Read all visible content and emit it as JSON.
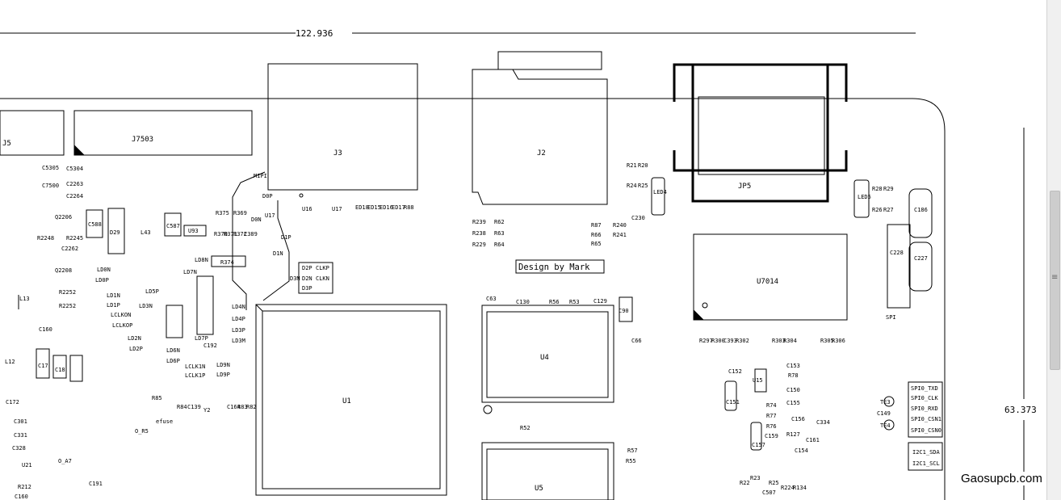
{
  "dimension": {
    "width_label": "122.936",
    "height_label": "63.373"
  },
  "design_note": "Design by Mark",
  "watermark": "Gaosupcb.com",
  "big_parts": {
    "J5": "J5",
    "J7503": "J7503",
    "J3": "J3",
    "J2": "J2",
    "JP5": "JP5",
    "U7014": "U7014",
    "U1": "U1",
    "U4": "U4",
    "U5": "U5"
  },
  "labels": [
    "C5305",
    "C5304",
    "C2263",
    "C2264",
    "C7500",
    "Q2206",
    "Q2208",
    "C588",
    "D29",
    "L43",
    "C587",
    "U93",
    "R2248",
    "R2245",
    "C2262",
    "R2252",
    "R2252",
    "L13",
    "C160",
    "L12",
    "C17",
    "C18",
    "C172",
    "C301",
    "C331",
    "C328",
    "U21",
    "R212",
    "C160",
    "C191",
    "LD0N",
    "LD0P",
    "LD1N",
    "LD1P",
    "LCLKON",
    "LCLKOP",
    "LD5P",
    "LD3N",
    "LD2N",
    "LD2P",
    "LD6N",
    "LD6P",
    "LCLK1N",
    "LCLK1P",
    "LD7N",
    "LD7P",
    "C192",
    "LD8N",
    "LD9N",
    "LD9P",
    "R374",
    "R375",
    "R369",
    "R372",
    "R371",
    "R370",
    "C389",
    "R85",
    "R84",
    "C139",
    "Y2",
    "C164",
    "R83",
    "R82",
    "efuse",
    "O_R5",
    "O_A7",
    "U16",
    "U17",
    "ED18",
    "ED15",
    "ED16",
    "ED17",
    "R88",
    "MIPI",
    "D0P",
    "D0N",
    "D1P",
    "D1N",
    "D2P",
    "D2N",
    "D3N",
    "D3P",
    "CLKP",
    "CLKN",
    "U17",
    "LD4N",
    "LD4P",
    "LD3P",
    "LD3M",
    "R239",
    "R62",
    "R238",
    "R63",
    "R229",
    "R64",
    "C63",
    "C130",
    "R56",
    "R53",
    "C129",
    "C90",
    "C66",
    "R52",
    "R57",
    "R55",
    "R87",
    "R240",
    "R66",
    "R241",
    "R65",
    "C230",
    "R21",
    "R20",
    "R24",
    "R25",
    "LED4",
    "LED5",
    "R28",
    "R29",
    "R26",
    "R27",
    "C186",
    "C227",
    "C228",
    "SPI",
    "R297",
    "R300",
    "C393",
    "R302",
    "R303",
    "R304",
    "R305",
    "R306",
    "C153",
    "C152",
    "R78",
    "U15",
    "C150",
    "C151",
    "C155",
    "R74",
    "R77",
    "C156",
    "C334",
    "R76",
    "C157",
    "C159",
    "R127",
    "C161",
    "C154",
    "R22",
    "R23",
    "R25",
    "C507",
    "R224",
    "R134",
    "TE3",
    "C149",
    "TE4",
    "SPI0_TXD",
    "SPI0_CLK",
    "SPI0_RXD",
    "SPI0_CSN1",
    "SPI0_CSN0",
    "I2C1_SDA",
    "I2C1_SCL"
  ]
}
